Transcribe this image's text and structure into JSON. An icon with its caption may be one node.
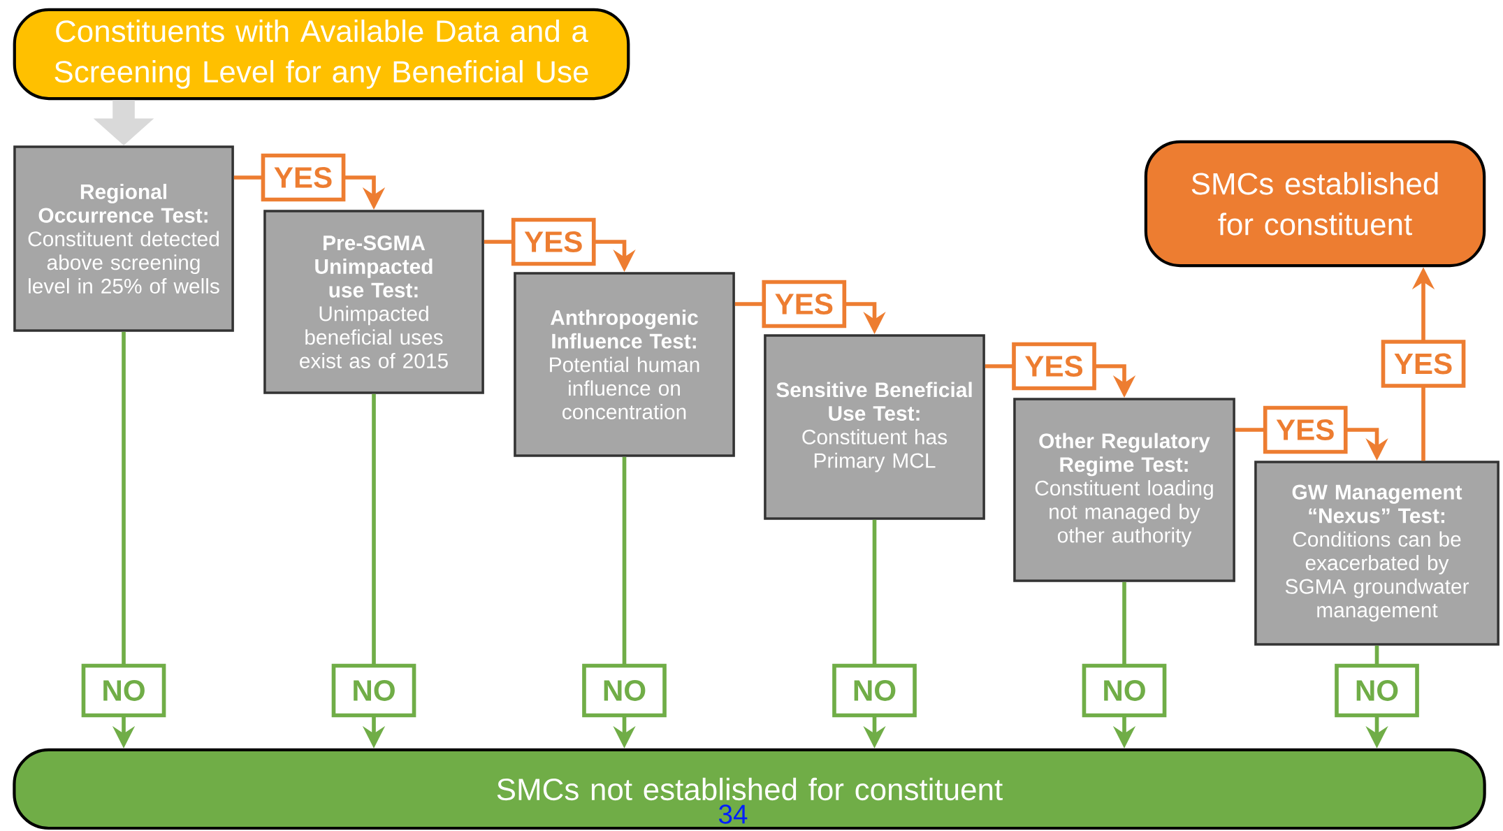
{
  "diagram": {
    "nodes": [
      {
        "text": [
          "Constituents with Available Data and a Screening Level for any Beneficial Use"
        ]
      },
      {
        "text": [
          "Regional Occurrence Test:",
          "Constituent detected above screening level in 25% of wells"
        ]
      },
      {
        "text": [
          "Pre-SGMA Unimpacted use Test:",
          "Unimpacted beneficial uses exist as of 2015"
        ]
      },
      {
        "text": [
          "Anthropogenic Influence Test:",
          "Potential human influence on concentration"
        ]
      },
      {
        "text": [
          "Sensitive Beneficial Use Test:",
          "Constituent has Primary MCL"
        ]
      },
      {
        "text": [
          "Other Regulatory Regime Test:",
          "Constituent loading not managed by other authority"
        ]
      },
      {
        "text": [
          "GW Management “Nexus” Test:",
          "Conditions can be exacerbated by SGMA groundwater management"
        ]
      },
      {
        "text": [
          "SMCs established for constituent"
        ]
      },
      {
        "text": [
          "SMCs not established for constituent"
        ]
      }
    ],
    "edges": [
      {
        "from": 0,
        "to": 1,
        "arrow": "to",
        "style": "thick",
        "color": "#d9d9d9"
      },
      {
        "from": 1,
        "to": 2,
        "arrow": "to",
        "label": "YES",
        "color": "#ed7d31"
      },
      {
        "from": 2,
        "to": 3,
        "arrow": "to",
        "label": "YES",
        "color": "#ed7d31"
      },
      {
        "from": 3,
        "to": 4,
        "arrow": "to",
        "label": "YES",
        "color": "#ed7d31"
      },
      {
        "from": 4,
        "to": 5,
        "arrow": "to",
        "label": "YES",
        "color": "#ed7d31"
      },
      {
        "from": 5,
        "to": 6,
        "arrow": "to",
        "label": "YES",
        "color": "#ed7d31"
      },
      {
        "from": 6,
        "to": 7,
        "arrow": "to",
        "label": "YES",
        "color": "#ed7d31"
      },
      {
        "from": 1,
        "to": 8,
        "arrow": "to",
        "label": "NO",
        "color": "#70ad47"
      },
      {
        "from": 2,
        "to": 8,
        "arrow": "to",
        "label": "NO",
        "color": "#70ad47"
      },
      {
        "from": 3,
        "to": 8,
        "arrow": "to",
        "label": "NO",
        "color": "#70ad47"
      },
      {
        "from": 4,
        "to": 8,
        "arrow": "to",
        "label": "NO",
        "color": "#70ad47"
      },
      {
        "from": 5,
        "to": 8,
        "arrow": "to",
        "label": "NO",
        "color": "#70ad47"
      },
      {
        "from": 6,
        "to": 8,
        "arrow": "to",
        "label": "NO",
        "color": "#70ad47"
      }
    ],
    "labels": [
      "34"
    ]
  }
}
